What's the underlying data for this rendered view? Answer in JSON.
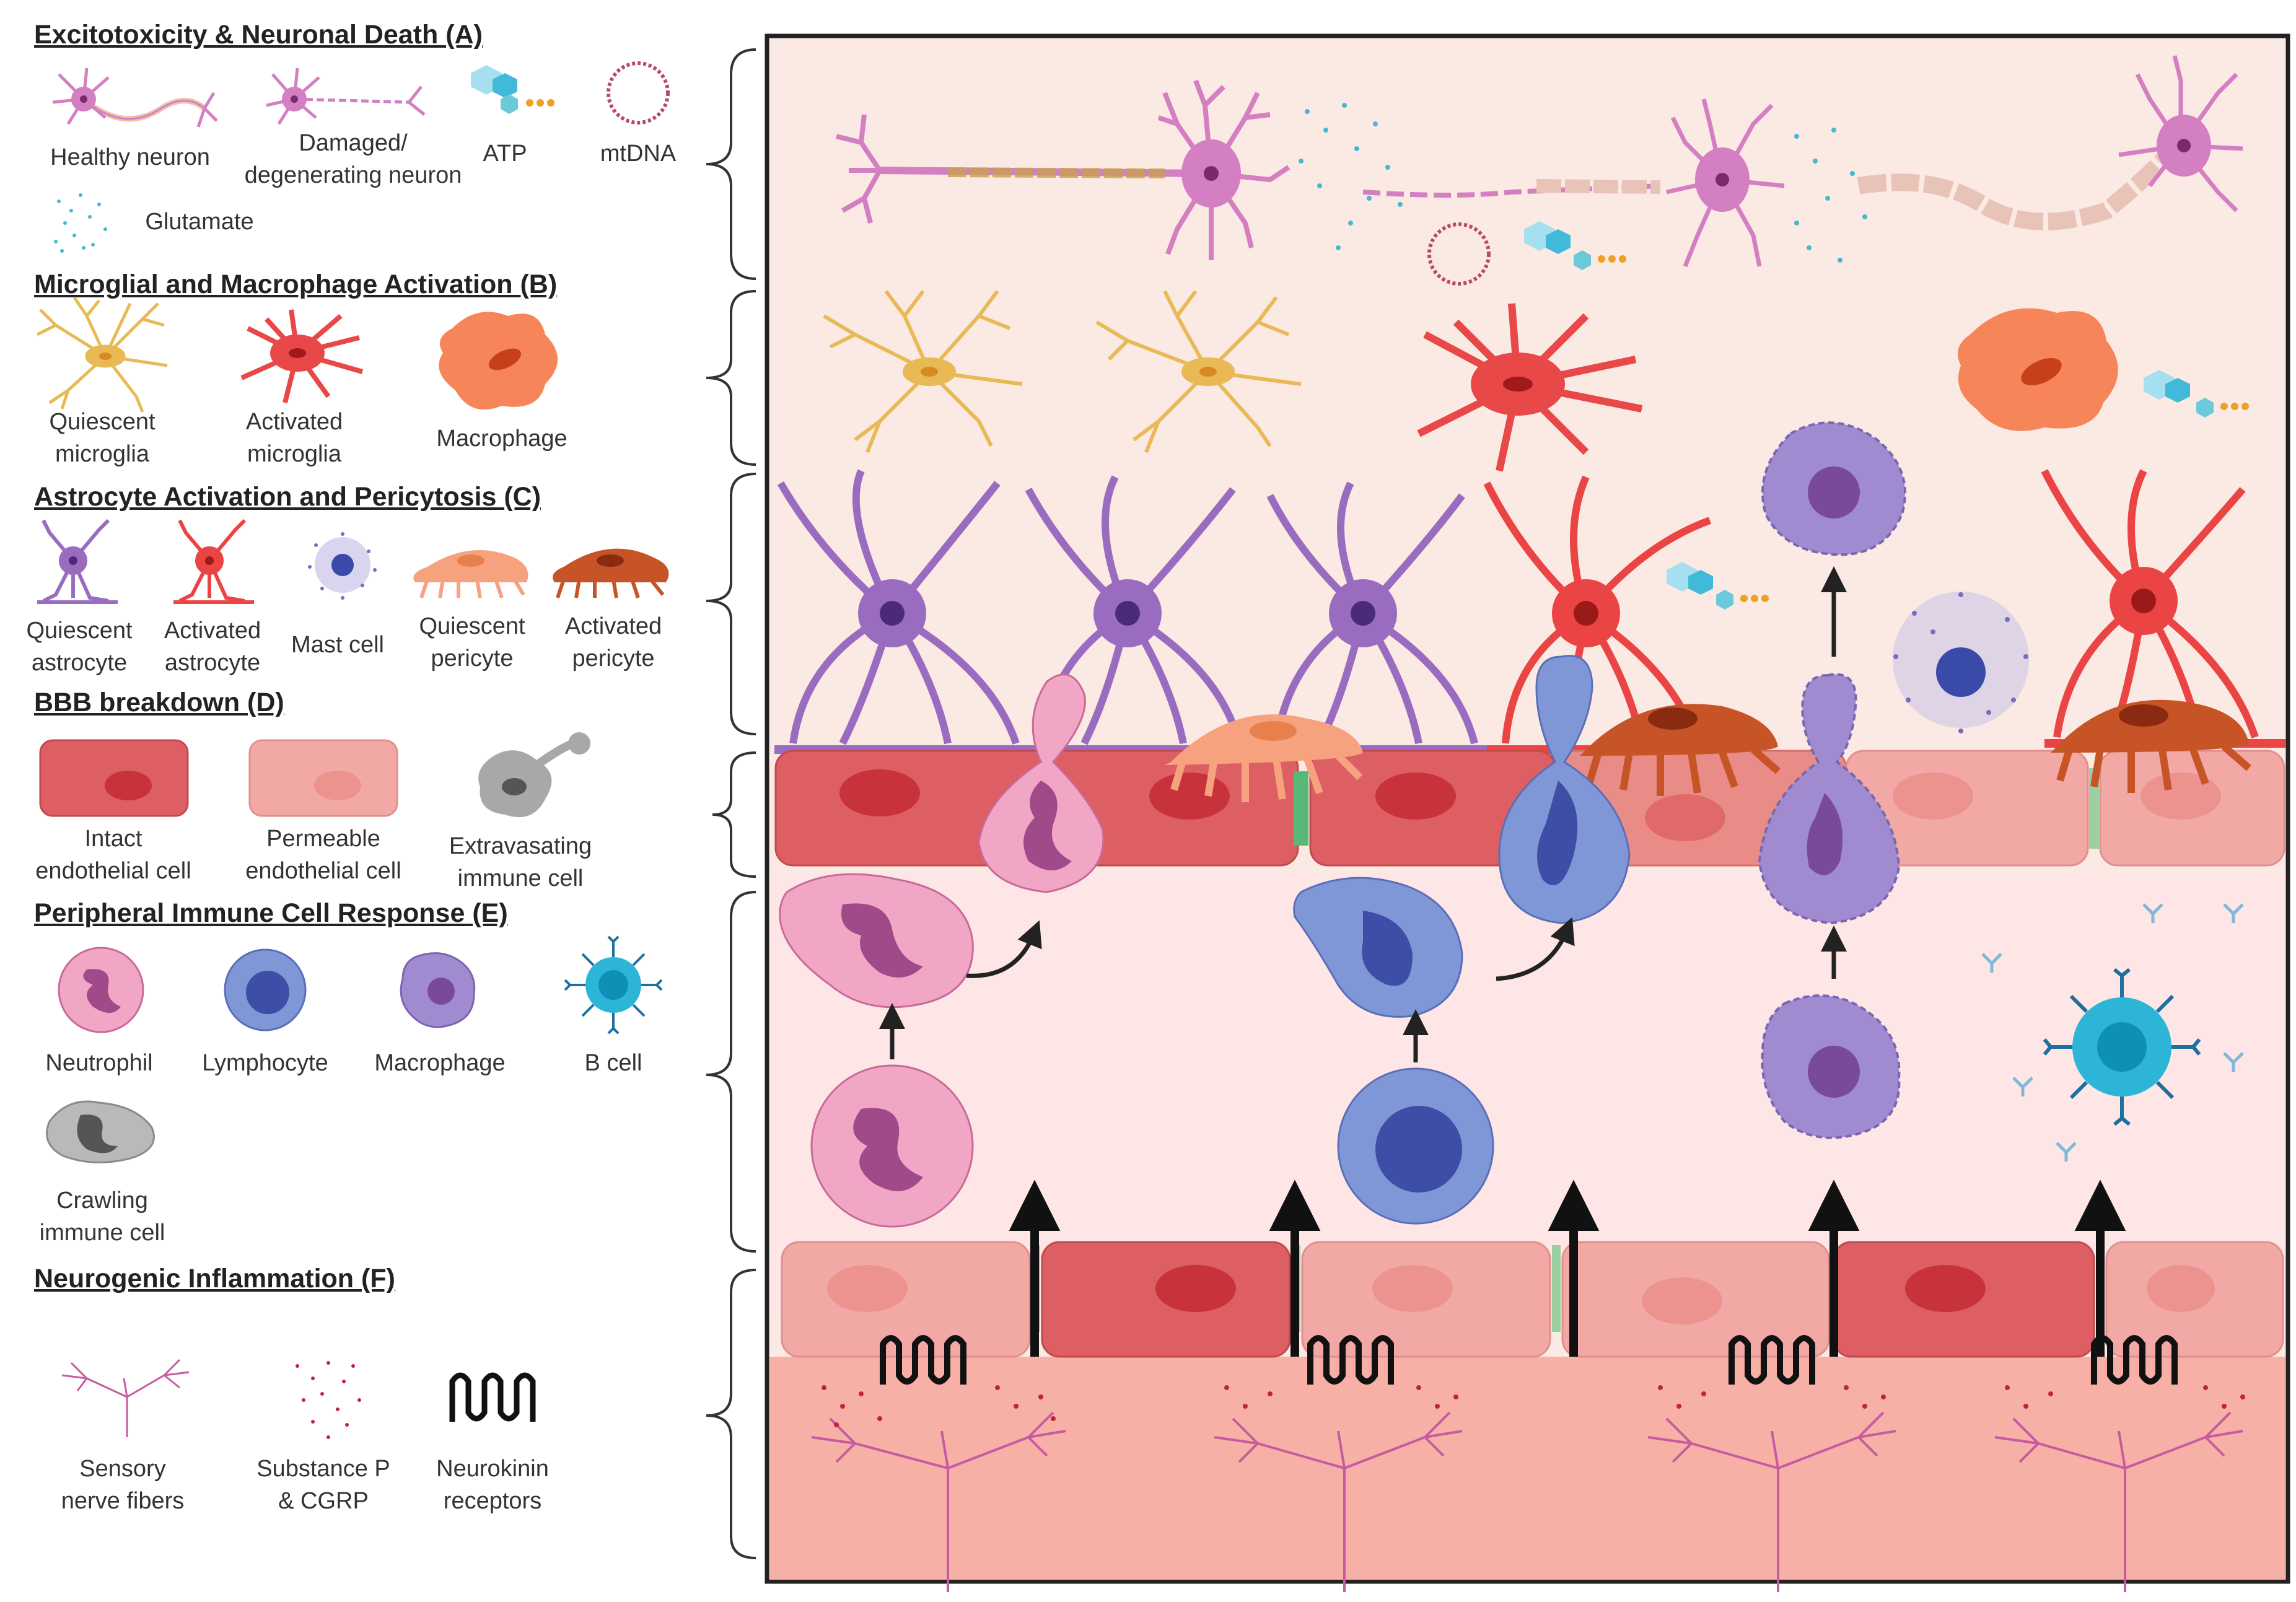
{
  "sections": [
    {
      "title": "Excitotoxicity & Neuronal Death (A)",
      "items": [
        {
          "name": "healthy-neuron",
          "lines": [
            "Healthy neuron"
          ]
        },
        {
          "name": "damaged-neuron",
          "lines": [
            "Damaged/",
            "degenerating neuron"
          ]
        },
        {
          "name": "atp",
          "lines": [
            "ATP"
          ]
        },
        {
          "name": "mtdna",
          "lines": [
            "mtDNA"
          ]
        },
        {
          "name": "glutamate",
          "lines": [
            "Glutamate"
          ]
        }
      ]
    },
    {
      "title": "Microglial and Macrophage Activation (B)",
      "items": [
        {
          "name": "quiescent-microglia",
          "lines": [
            "Quiescent",
            "microglia"
          ]
        },
        {
          "name": "activated-microglia",
          "lines": [
            "Activated",
            "microglia"
          ]
        },
        {
          "name": "macrophage-b",
          "lines": [
            "Macrophage"
          ]
        }
      ]
    },
    {
      "title": "Astrocyte Activation and Pericytosis (C)",
      "items": [
        {
          "name": "quiescent-astrocyte",
          "lines": [
            "Quiescent",
            "astrocyte"
          ]
        },
        {
          "name": "activated-astrocyte",
          "lines": [
            "Activated",
            "astrocyte"
          ]
        },
        {
          "name": "mast-cell",
          "lines": [
            "Mast cell"
          ]
        },
        {
          "name": "quiescent-pericyte",
          "lines": [
            "Quiescent",
            "pericyte"
          ]
        },
        {
          "name": "activated-pericyte",
          "lines": [
            "Activated",
            "pericyte"
          ]
        }
      ]
    },
    {
      "title": "BBB breakdown (D)",
      "items": [
        {
          "name": "intact-endothelial",
          "lines": [
            "Intact",
            "endothelial cell"
          ]
        },
        {
          "name": "permeable-endothelial",
          "lines": [
            "Permeable",
            "endothelial cell"
          ]
        },
        {
          "name": "extravasating",
          "lines": [
            "Extravasating",
            "immune cell"
          ]
        }
      ]
    },
    {
      "title": "Peripheral Immune Cell Response (E)",
      "items": [
        {
          "name": "neutrophil",
          "lines": [
            "Neutrophil"
          ]
        },
        {
          "name": "lymphocyte",
          "lines": [
            "Lymphocyte"
          ]
        },
        {
          "name": "macrophage-e",
          "lines": [
            "Macrophage"
          ]
        },
        {
          "name": "b-cell",
          "lines": [
            "B cell"
          ]
        },
        {
          "name": "crawling",
          "lines": [
            "Crawling",
            "immune cell"
          ]
        }
      ]
    },
    {
      "title": "Neurogenic Inflammation (F)",
      "items": [
        {
          "name": "sensory-nerve",
          "lines": [
            "Sensory",
            "nerve fibers"
          ]
        },
        {
          "name": "substance-p",
          "lines": [
            "Substance P",
            "& CGRP"
          ]
        },
        {
          "name": "neurokinin",
          "lines": [
            "Neurokinin",
            "receptors"
          ]
        }
      ]
    }
  ],
  "colors": {
    "neuron": "#d37fc1",
    "microglia_quiescent": "#e8b955",
    "microglia_activated": "#e84848",
    "macrophage": "#f7855a",
    "astrocyte_quiescent": "#9a6cc0",
    "astrocyte_activated": "#ea4444",
    "pericyte_quiescent": "#f7a27f",
    "pericyte_activated": "#c65427",
    "endothelial_intact": "#dd5f63",
    "endothelial_permeable": "#f2a9a6",
    "neutrophil": "#f2a6c6",
    "lymphocyte": "#7f97d6",
    "immune_macrophage": "#a08bd0",
    "b_cell": "#2db5d8",
    "crawling": "#b9b9b9",
    "nerve": "#c65b9f"
  }
}
